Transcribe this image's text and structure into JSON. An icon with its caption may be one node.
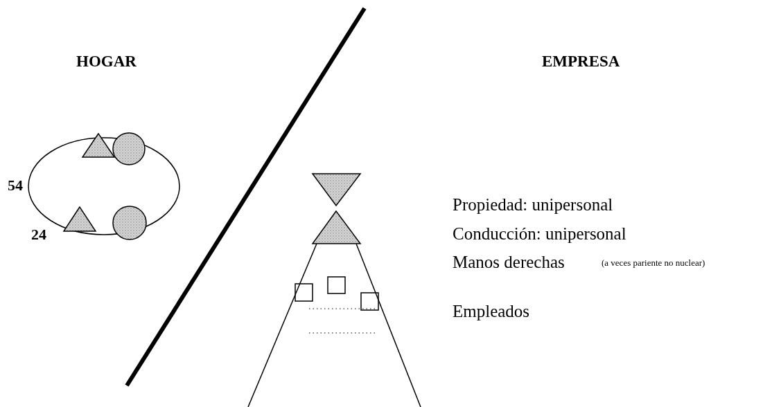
{
  "diagram": {
    "labels": [
      "HOGAR",
      "EMPRESA",
      "54",
      "24",
      "Propiedad: unipersonal",
      "Conducción: unipersonal",
      "Manos derechas",
      "(a veces pariente no nuclear)",
      "Empleados"
    ]
  }
}
